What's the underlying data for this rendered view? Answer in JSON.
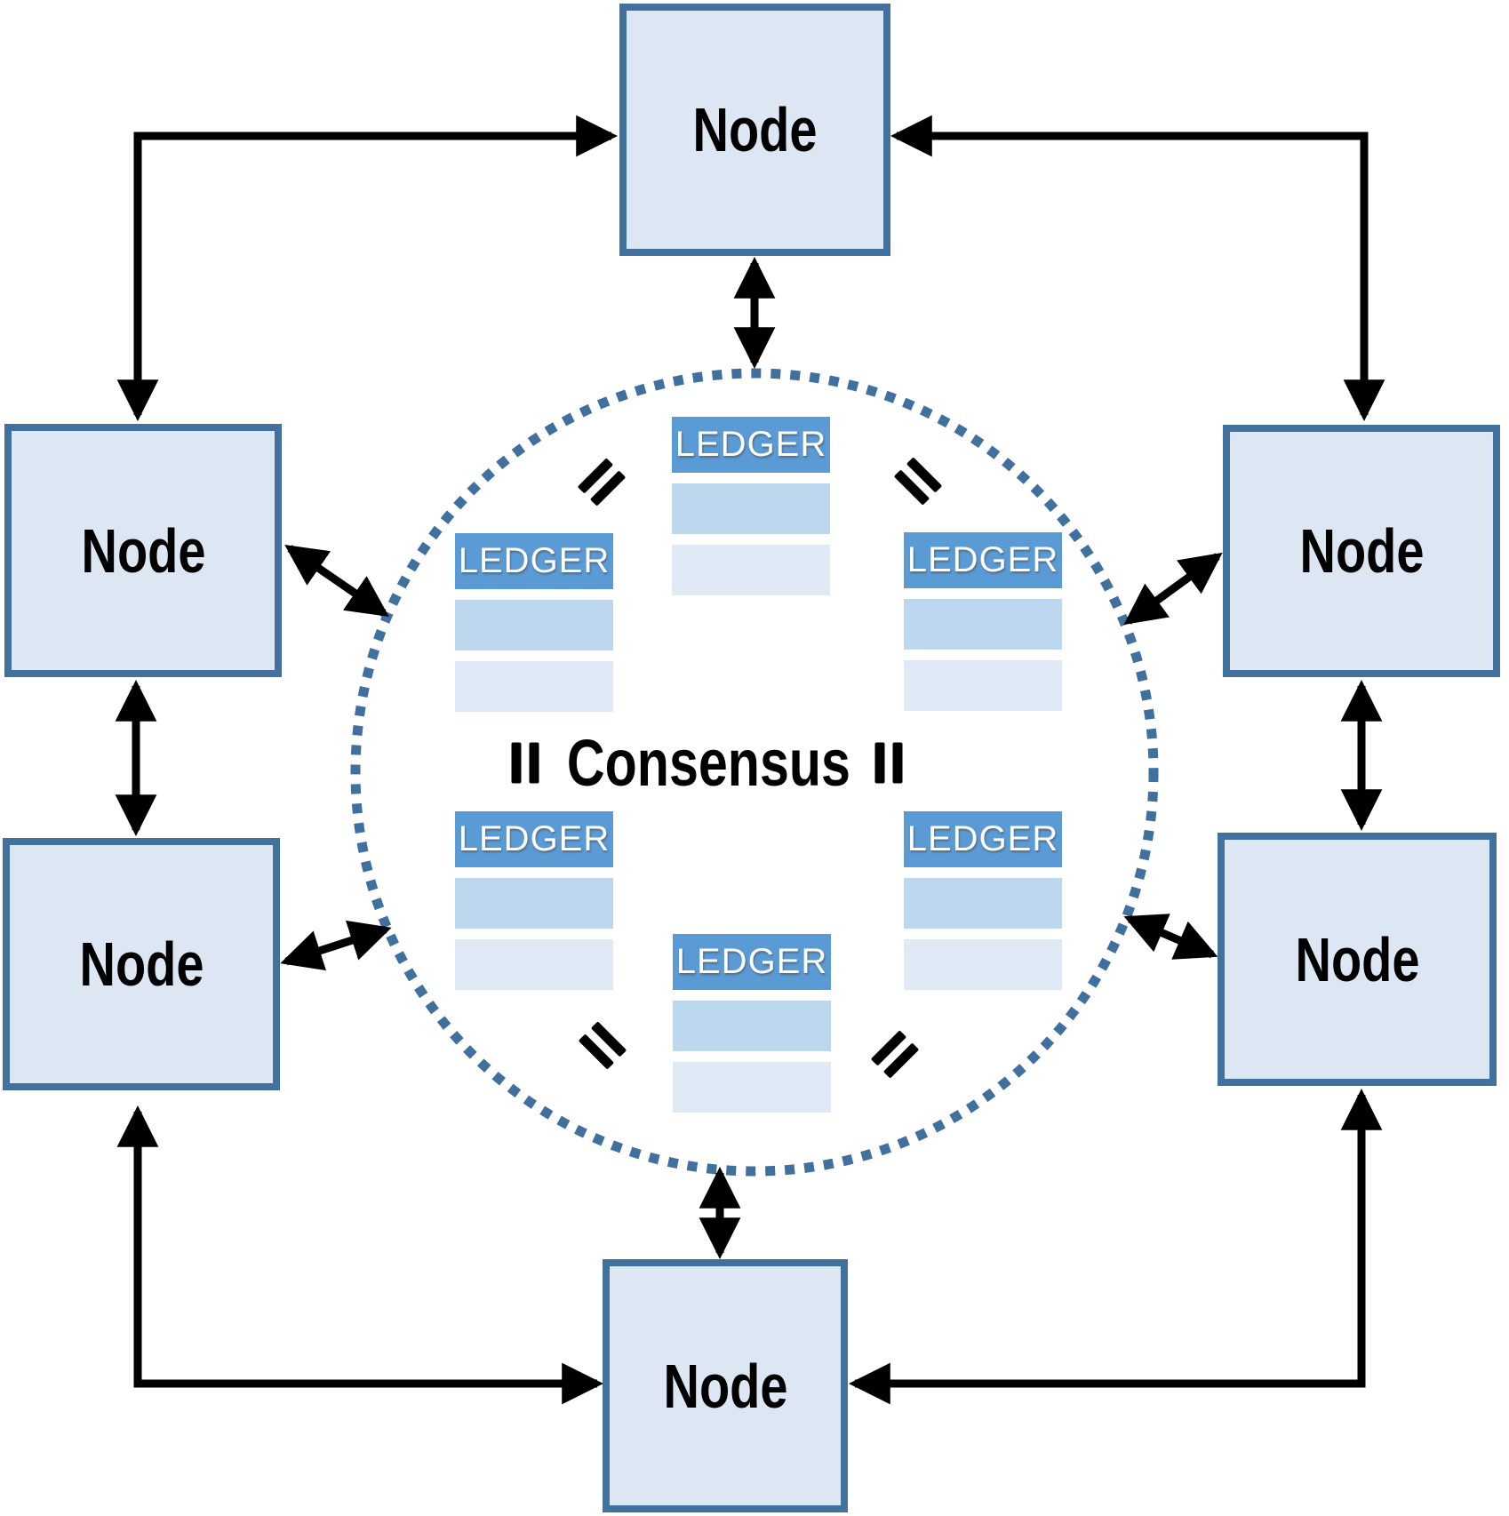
{
  "diagram": {
    "description": "Six peer nodes linked by double-headed arrows to each other and to a dotted consensus ring containing replicated ledgers",
    "colors": {
      "node_fill": "#dce7f3",
      "node_border": "#41719c",
      "ledger_header_fill": "#5b9bd5",
      "ledger_row1_fill": "#bdd7ee",
      "ledger_row2_fill": "#dfeaf6",
      "ledger_text": "#ffffff",
      "circle_dot": "#40709f",
      "arrow": "#000000",
      "text": "#000000"
    }
  },
  "center": {
    "label": "Consensus"
  },
  "nodes": [
    {
      "id": "node-top",
      "label": "Node"
    },
    {
      "id": "node-left-upper",
      "label": "Node"
    },
    {
      "id": "node-right-upper",
      "label": "Node"
    },
    {
      "id": "node-left-lower",
      "label": "Node"
    },
    {
      "id": "node-right-lower",
      "label": "Node"
    },
    {
      "id": "node-bottom",
      "label": "Node"
    }
  ],
  "ledgers": [
    {
      "id": "ledger-top",
      "label": "LEDGER",
      "blank_rows": 2
    },
    {
      "id": "ledger-upper-left",
      "label": "LEDGER",
      "blank_rows": 2
    },
    {
      "id": "ledger-upper-right",
      "label": "LEDGER",
      "blank_rows": 2
    },
    {
      "id": "ledger-lower-left",
      "label": "LEDGER",
      "blank_rows": 2
    },
    {
      "id": "ledger-lower-right",
      "label": "LEDGER",
      "blank_rows": 2
    },
    {
      "id": "ledger-bottom",
      "label": "LEDGER",
      "blank_rows": 2
    }
  ],
  "icons": {
    "equals": "=",
    "connector": "double-headed-arrow"
  }
}
